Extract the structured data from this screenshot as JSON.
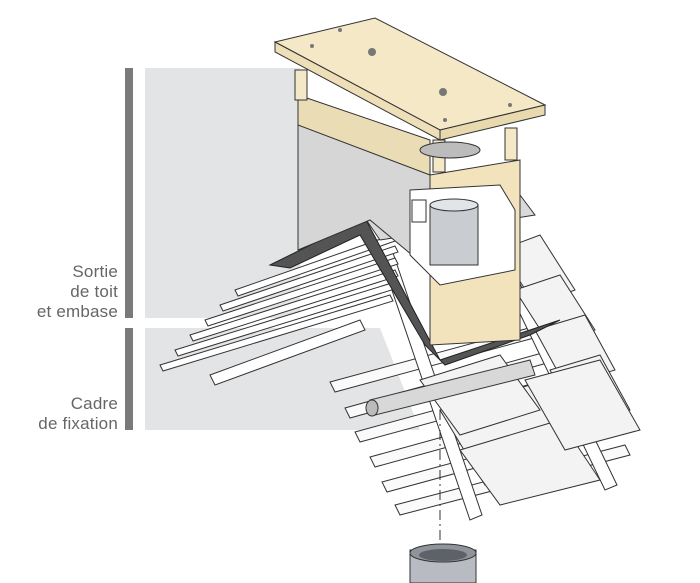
{
  "labels": {
    "roof_outlet": {
      "lines": [
        "Sortie",
        "de toit",
        "et embase"
      ]
    },
    "fixing_frame": {
      "lines": [
        "Cadre",
        "de fixation"
      ]
    }
  },
  "colors": {
    "cap": "#f5e8c6",
    "chimney_body": "#f2e3bd",
    "flashing": "#545454",
    "bracket": "#7a7a7a",
    "label_text": "#666666",
    "band": "#e3e4e6",
    "slate": "#f3f3f3"
  }
}
